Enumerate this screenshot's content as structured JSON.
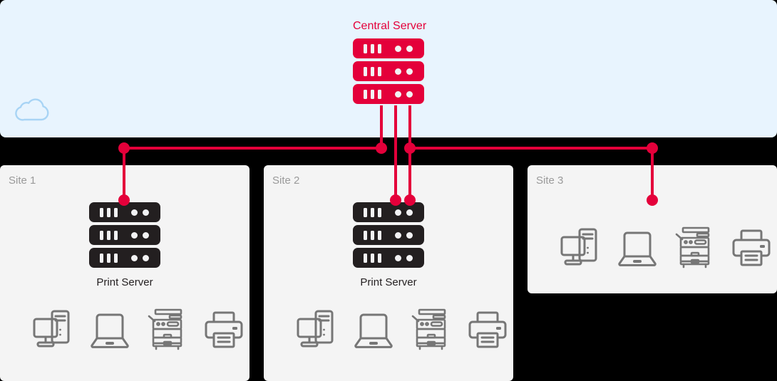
{
  "diagram": {
    "title": "Central Server",
    "colors": {
      "accent_red": "#e4003a",
      "cloud_background": "#e8f4fe",
      "panel_background": "#f4f4f4",
      "canvas_background": "#000000",
      "server_dark": "#231f20",
      "device_outline": "#767676",
      "site_label": "#9a9a9a"
    },
    "cloud": {
      "icon": "cloud-icon"
    },
    "central_server": {
      "label": "Central Server",
      "icon": "server-rack-icon",
      "units": 3,
      "color": "#e4003a"
    },
    "sites": [
      {
        "id": "site-1",
        "label": "Site 1",
        "has_print_server": true,
        "print_server_caption": "Print Server",
        "print_server_units": 3,
        "uplinks": 1,
        "devices": [
          {
            "name": "desktop-computer-icon",
            "label": "Desktop Computer"
          },
          {
            "name": "laptop-icon",
            "label": "Laptop"
          },
          {
            "name": "copier-icon",
            "label": "Multifunction Copier"
          },
          {
            "name": "printer-icon",
            "label": "Printer"
          }
        ]
      },
      {
        "id": "site-2",
        "label": "Site 2",
        "has_print_server": true,
        "print_server_caption": "Print Server",
        "print_server_units": 3,
        "uplinks": 2,
        "devices": [
          {
            "name": "desktop-computer-icon",
            "label": "Desktop Computer"
          },
          {
            "name": "laptop-icon",
            "label": "Laptop"
          },
          {
            "name": "copier-icon",
            "label": "Multifunction Copier"
          },
          {
            "name": "printer-icon",
            "label": "Printer"
          }
        ]
      },
      {
        "id": "site-3",
        "label": "Site 3",
        "has_print_server": false,
        "print_server_caption": "",
        "print_server_units": 0,
        "uplinks": 1,
        "devices": [
          {
            "name": "desktop-computer-icon",
            "label": "Desktop Computer"
          },
          {
            "name": "laptop-icon",
            "label": "Laptop"
          },
          {
            "name": "copier-icon",
            "label": "Multifunction Copier"
          },
          {
            "name": "printer-icon",
            "label": "Printer"
          }
        ]
      }
    ]
  }
}
